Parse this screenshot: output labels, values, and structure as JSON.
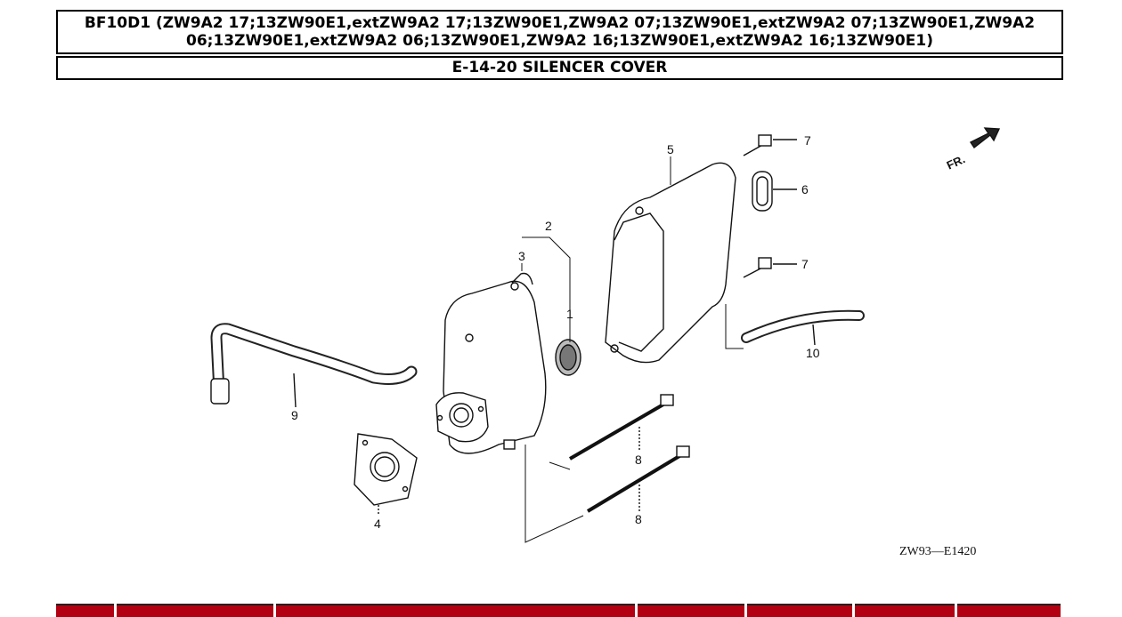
{
  "header": {
    "model_line": "BF10D1 (ZW9A2 17;13ZW90E1,extZW9A2 17;13ZW90E1,ZW9A2 07;13ZW90E1,extZW9A2 07;13ZW90E1,ZW9A2 06;13ZW90E1,extZW9A2 06;13ZW90E1,ZW9A2 16;13ZW90E1,extZW9A2 16;13ZW90E1)",
    "section_title": "E-14-20 SILENCER COVER"
  },
  "diagram": {
    "callouts": [
      {
        "id": "c1",
        "label": "1"
      },
      {
        "id": "c2",
        "label": "2"
      },
      {
        "id": "c3",
        "label": "3"
      },
      {
        "id": "c4",
        "label": "4"
      },
      {
        "id": "c5",
        "label": "5"
      },
      {
        "id": "c6",
        "label": "6"
      },
      {
        "id": "c7a",
        "label": "7"
      },
      {
        "id": "c7b",
        "label": "7"
      },
      {
        "id": "c8a",
        "label": "8"
      },
      {
        "id": "c8b",
        "label": "8"
      },
      {
        "id": "c9",
        "label": "9"
      },
      {
        "id": "c10",
        "label": "10"
      }
    ],
    "front_marker": "FR.",
    "drawing_code": "ZW93—E1420"
  },
  "table": {
    "header_color": "#b30012",
    "columns": [
      "",
      "",
      "",
      "",
      "",
      "",
      ""
    ]
  }
}
